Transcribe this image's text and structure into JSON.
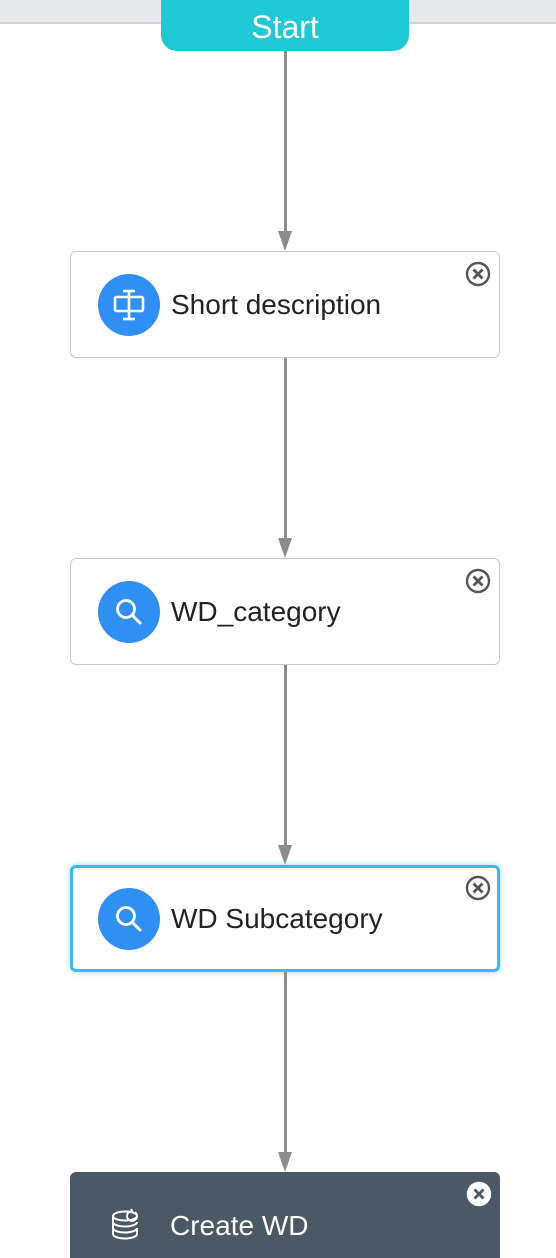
{
  "start": {
    "label": "Start"
  },
  "nodes": [
    {
      "label": "Short description",
      "icon": "form-field-icon"
    },
    {
      "label": "WD_category",
      "icon": "search-icon"
    },
    {
      "label": "WD Subcategory",
      "icon": "search-icon",
      "selected": true
    },
    {
      "label": "Create WD",
      "icon": "database-refresh-icon"
    }
  ],
  "colors": {
    "start": "#1ec8d4",
    "icon_circle": "#2f8ff2",
    "selected_border": "#3cb9f5",
    "dark_node": "#4b5866",
    "connector": "#8c8c8c"
  }
}
